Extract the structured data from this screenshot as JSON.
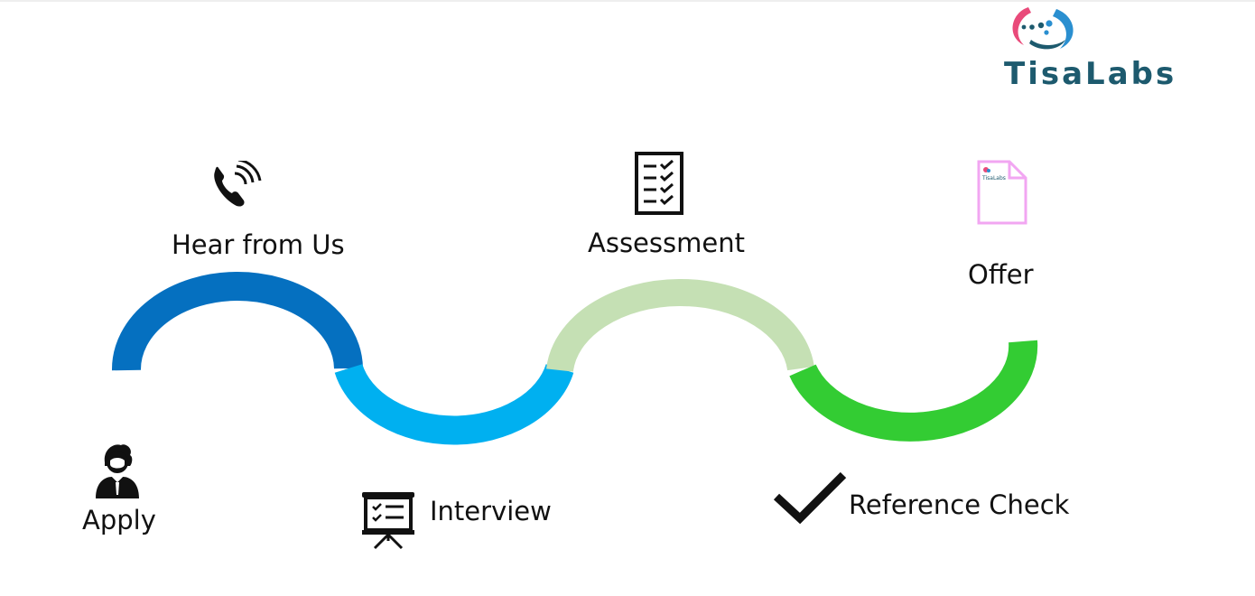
{
  "logo": {
    "text": "TisaLabs"
  },
  "steps": [
    {
      "label": "Apply",
      "icon": "person-icon"
    },
    {
      "label": "Hear from Us",
      "icon": "phone-icon"
    },
    {
      "label": "Interview",
      "icon": "presentation-board-icon"
    },
    {
      "label": "Assessment",
      "icon": "checklist-icon"
    },
    {
      "label": "Reference Check",
      "icon": "checkmark-icon"
    },
    {
      "label": "Offer",
      "icon": "document-icon"
    }
  ],
  "offer_document": {
    "logo_text": "TisaLabs"
  },
  "colors": {
    "segment_1": "#0570c0",
    "segment_2": "#00b0f0",
    "segment_3": "#c5e0b4",
    "segment_4": "#33cc33",
    "logo_text": "#1d5a6e",
    "logo_pink": "#e94a7a",
    "logo_blue": "#2a8fd0",
    "document_outline": "#f2a6f2"
  }
}
